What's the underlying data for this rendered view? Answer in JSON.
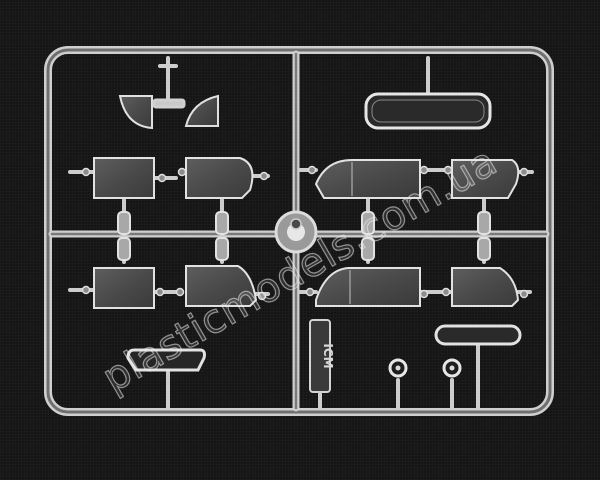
{
  "photo": {
    "subject": "clear plastic model kit sprue with window glazing parts",
    "background_color": "#151515",
    "plastic_color": "#d9d9d9",
    "glass_tint": "#6a6a6a"
  },
  "watermark": {
    "text": "plasticmodels.com.ua"
  },
  "sprue_tag": {
    "text": "ICM"
  }
}
